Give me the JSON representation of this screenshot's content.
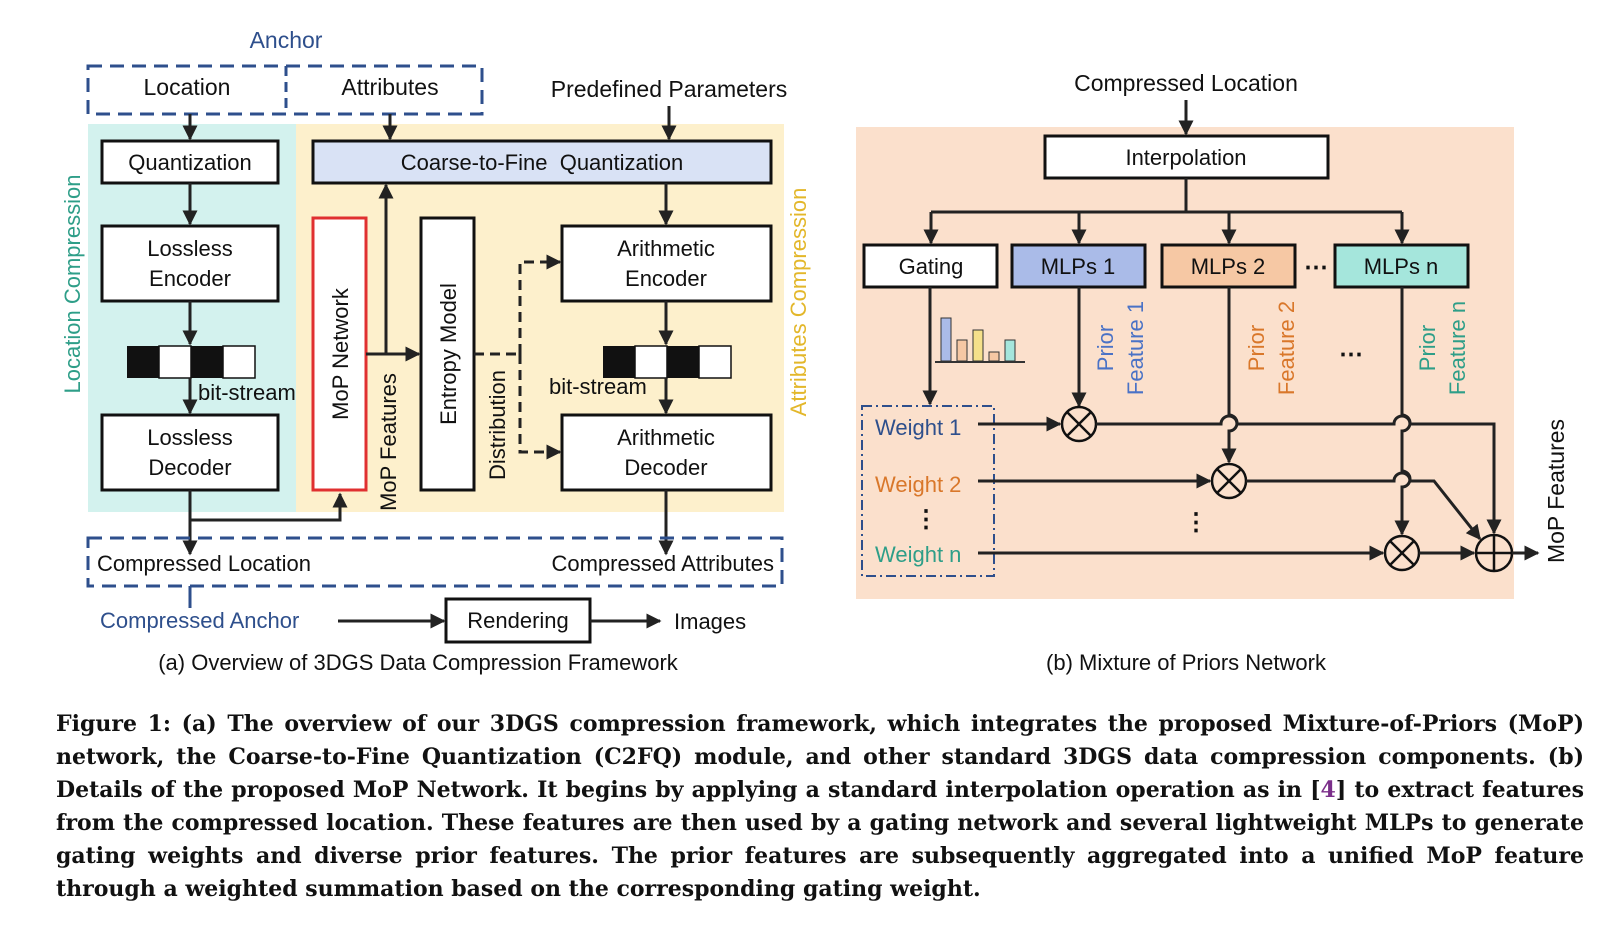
{
  "left": {
    "anchor_label": "Anchor",
    "location_label": "Location",
    "attributes_label": "Attributes",
    "predefined_label": "Predefined Parameters",
    "location_compression_label": "Location Compression",
    "attributes_compression_label": "Attributes Compression",
    "quantization_label": "Quantization",
    "lossless_encoder_line1": "Lossless",
    "lossless_encoder_line2": "Encoder",
    "lossless_decoder_line1": "Lossless",
    "lossless_decoder_line2": "Decoder",
    "bitstream_label": "bit-stream",
    "c2fq_label": "Coarse-to-Fine  Quantization",
    "mop_network_label": "MoP Network",
    "mop_features_label": "MoP Features",
    "entropy_model_label": "Entropy Model",
    "distribution_label": "Distribution",
    "arith_encoder_line1": "Arithmetic",
    "arith_encoder_line2": "Encoder",
    "arith_decoder_line1": "Arithmetic",
    "arith_decoder_line2": "Decoder",
    "compressed_location_label": "Compressed Location",
    "compressed_attributes_label": "Compressed Attributes",
    "compressed_anchor_label": "Compressed Anchor",
    "rendering_label": "Rendering",
    "images_label": "Images",
    "subcaption": "(a) Overview of 3DGS Data Compression Framework"
  },
  "right": {
    "compressed_location_label": "Compressed Location",
    "interpolation_label": "Interpolation",
    "gating_label": "Gating",
    "mlp1_label": "MLPs 1",
    "mlp2_label": "MLPs 2",
    "mlpn_label": "MLPs n",
    "ellipsis": "⋯",
    "vertical_ellipsis": "⋮",
    "prior1_line1": "Prior",
    "prior1_line2": "Feature 1",
    "prior2_line1": "Prior",
    "prior2_line2": "Feature 2",
    "priorn_line1": "Prior",
    "priorn_line2": "Feature n",
    "weight1_label": "Weight 1",
    "weight2_label": "Weight 2",
    "weightn_label": "Weight n",
    "mop_features_label": "MoP Features",
    "subcaption": "(b) Mixture of Priors Network"
  },
  "colors": {
    "location_bg": "#d3f2ee",
    "attributes_bg": "#fdf0cc",
    "mop_bg": "#fbe0cc",
    "c2fq_fill": "#d9e2f5",
    "mlp1_fill": "#aabbe8",
    "mlp2_fill": "#f6c8a4",
    "mlpn_fill": "#a5e6dc",
    "mop_network_border": "#e03030",
    "anchor_blue": "#2e4f8c",
    "teal": "#2e9e88",
    "orange": "#d9772a",
    "yellow_label": "#e3b72a",
    "prior1_blue": "#4a72c6"
  },
  "caption": {
    "part1": "Figure 1: (a) The overview of our 3DGS compression framework, which integrates the proposed Mixture-of-Priors (MoP) network, the Coarse-to-Fine Quantization (C2FQ) module, and other standard 3DGS data compression components. (b) Details of the proposed MoP Network. It begins by applying a standard interpolation operation as in [",
    "ref": "4",
    "part2": "] to extract features from the compressed location. These features are then used by a gating network and several lightweight MLPs to generate gating weights and diverse prior features. The prior features are subsequently aggregated into a unified MoP feature through a weighted summation based on the corresponding gating weight."
  }
}
